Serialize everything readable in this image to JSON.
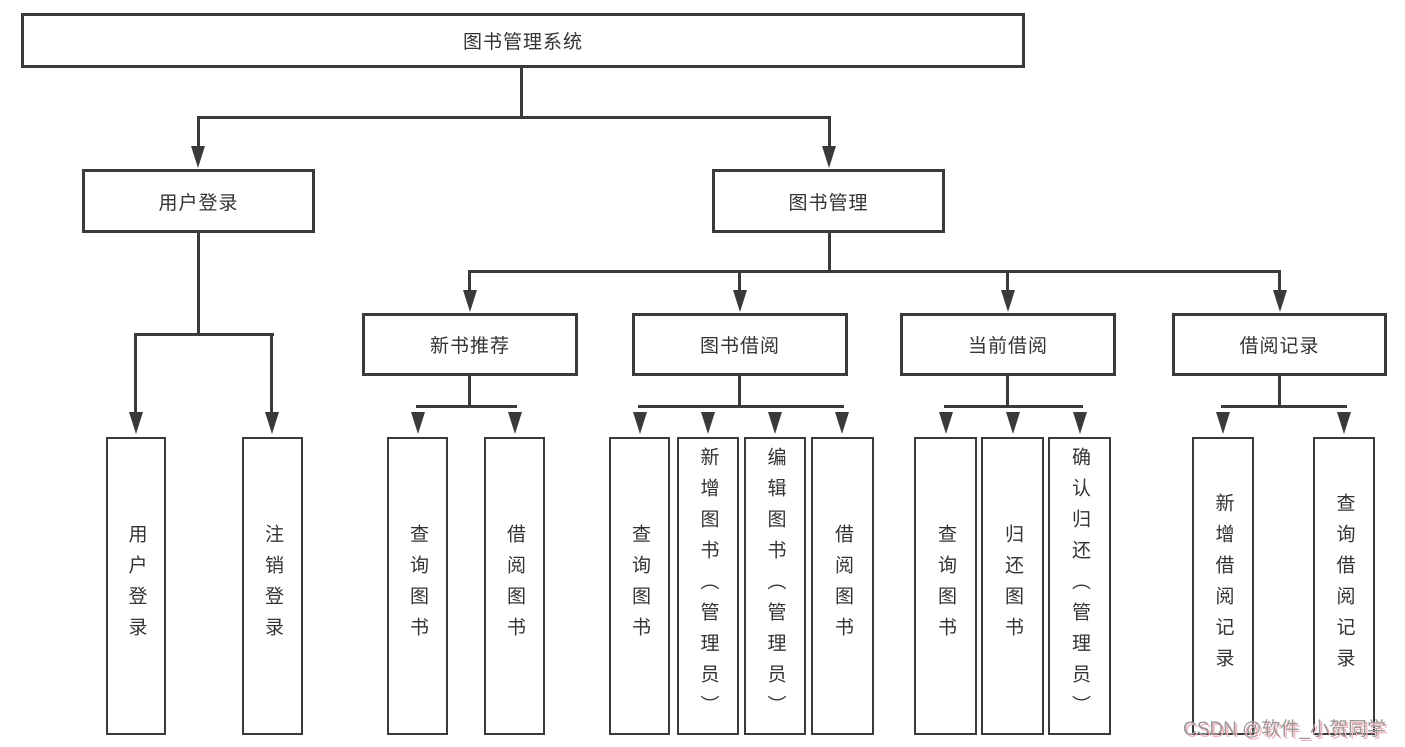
{
  "tree": {
    "root": {
      "label": "图书管理系统"
    },
    "branches": [
      {
        "label": "用户登录",
        "children": [
          {
            "label": "用户登录"
          },
          {
            "label": "注销登录"
          }
        ]
      },
      {
        "label": "图书管理",
        "groups": [
          {
            "label": "新书推荐",
            "children": [
              {
                "label": "查询图书"
              },
              {
                "label": "借阅图书"
              }
            ]
          },
          {
            "label": "图书借阅",
            "children": [
              {
                "label": "查询图书"
              },
              {
                "label": "新增图书（管理员）"
              },
              {
                "label": "编辑图书（管理员）"
              },
              {
                "label": "借阅图书"
              }
            ]
          },
          {
            "label": "当前借阅",
            "children": [
              {
                "label": "查询图书"
              },
              {
                "label": "归还图书"
              },
              {
                "label": "确认归还（管理员）"
              }
            ]
          },
          {
            "label": "借阅记录",
            "children": [
              {
                "label": "新增借阅记录"
              },
              {
                "label": "查询借阅记录"
              }
            ]
          }
        ]
      }
    ]
  },
  "watermark": {
    "text": "CSDN @软件_小贺同学"
  },
  "colors": {
    "line": "#3a3a3a",
    "text": "#333333",
    "background": "#ffffff",
    "watermark_gray": "#9a9a9a",
    "watermark_pink": "#f2b4bd"
  }
}
